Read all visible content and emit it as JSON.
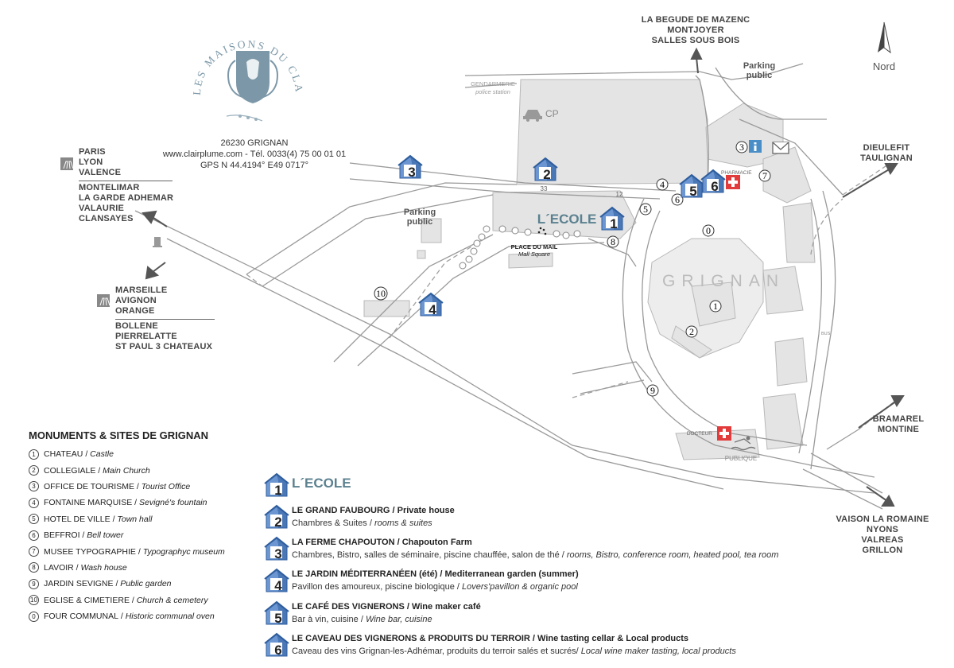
{
  "brand": {
    "logo_text": "LES MAISONS DU CLAIR DE LA PLUME",
    "address": "26230 GRIGNAN",
    "web_phone": "www.clairplume.com - Tél. 0033(4) 75 00 01 01",
    "gps": "GPS N 44.4194° E49 0717°"
  },
  "compass": {
    "label": "Nord"
  },
  "directions": {
    "north": [
      "LA BEGUDE DE MAZENC",
      "MONTJOYER",
      "SALLES SOUS BOIS"
    ],
    "east": [
      "DIEULEFIT",
      "TAULIGNAN"
    ],
    "west_top": [
      "PARIS",
      "LYON",
      "VALENCE"
    ],
    "west_bottom": [
      "MONTELIMAR",
      "LA GARDE ADHEMAR",
      "VALAURIE",
      "CLANSAYES"
    ],
    "southwest_top": [
      "MARSEILLE",
      "AVIGNON",
      "ORANGE"
    ],
    "southwest_bottom": [
      "BOLLENE",
      "PIERRELATTE",
      "ST PAUL 3 CHATEAUX"
    ],
    "southeast_top": [
      "BRAMAREL",
      "MONTINE"
    ],
    "southeast_bottom": [
      "VAISON LA ROMAINE",
      "NYONS",
      "VALREAS",
      "GRILLON"
    ]
  },
  "map_labels": {
    "gendarmerie": "GENDARMERIE",
    "police": "police station",
    "cp": "CP",
    "parking_north": [
      "Parking",
      "public"
    ],
    "parking_west": [
      "Parking",
      "public"
    ],
    "place_du_mail": "PLACE DU MAIL",
    "mall_square": "Mall Square",
    "pharmacie": "PHARMACIE",
    "docteur": "DOCTEUR",
    "piscine": "PUBLIQUE",
    "town": "GRIGNAN",
    "bus": "BUS",
    "ecole": "L´ECOLE",
    "num_33": "33",
    "num_12": "12"
  },
  "monuments": {
    "title": "MONUMENTS & SITES DE GRIGNAN",
    "items": [
      {
        "num": "1",
        "fr": "CHATEAU",
        "en": "Castle"
      },
      {
        "num": "2",
        "fr": "COLLEGIALE",
        "en": "Main Church"
      },
      {
        "num": "3",
        "fr": "OFFICE DE TOURISME",
        "en": "Tourist Office"
      },
      {
        "num": "4",
        "fr": "FONTAINE MARQUISE",
        "en": "Sevigné's fountain"
      },
      {
        "num": "5",
        "fr": "HOTEL DE VILLE",
        "en": "Town hall"
      },
      {
        "num": "6",
        "fr": "BEFFROI",
        "en": "Bell tower"
      },
      {
        "num": "7",
        "fr": "MUSEE TYPOGRAPHIE",
        "en": "Typographyc museum"
      },
      {
        "num": "8",
        "fr": "LAVOIR",
        "en": "Wash house"
      },
      {
        "num": "9",
        "fr": "JARDIN SEVIGNE",
        "en": "Public garden"
      },
      {
        "num": "10",
        "fr": "EGLISE & CIMETIERE",
        "en": "Church & cemetery"
      },
      {
        "num": "0",
        "fr": "FOUR COMMUNAL",
        "en": "Historic communal oven"
      }
    ]
  },
  "accommodations": [
    {
      "num": "1",
      "title": "L´ECOLE",
      "desc_fr": "",
      "desc_en": ""
    },
    {
      "num": "2",
      "title": "LE GRAND FAUBOURG / Private house",
      "desc_fr": "Chambres & Suites / ",
      "desc_en": "rooms & suites"
    },
    {
      "num": "3",
      "title": "LA FERME CHAPOUTON / Chapouton Farm",
      "desc_fr": "Chambres, Bistro, salles de séminaire, piscine chauffée, salon de thé / ",
      "desc_en": "rooms, Bistro, conference room, heated pool, tea room"
    },
    {
      "num": "4",
      "title": "LE JARDIN MÉDITERRANÉEN (été) / Mediterranean garden (summer)",
      "desc_fr": "Pavillon des amoureux, piscine biologique / ",
      "desc_en": "Lovers'pavillon & organic pool"
    },
    {
      "num": "5",
      "title": "LE CAFÉ DES VIGNERONS / Wine maker café",
      "desc_fr": "Bar à vin, cuisine / ",
      "desc_en": "Wine bar, cuisine"
    },
    {
      "num": "6",
      "title": "LE CAVEAU DES VIGNERONS & PRODUITS DU TERROIR / Wine tasting cellar & Local products",
      "desc_fr": "Caveau des vins Grignan-les-Adhémar, produits du terroir salés et sucrés/ ",
      "desc_en": "Local wine maker tasting, local products"
    }
  ],
  "colors": {
    "house_blue": "#5b86c4",
    "house_dark": "#2f5e9e",
    "road": "#9a9a9a",
    "block": "#e4e4e4",
    "ecole_teal": "#5b8190",
    "cross_red": "#e23b3b"
  }
}
